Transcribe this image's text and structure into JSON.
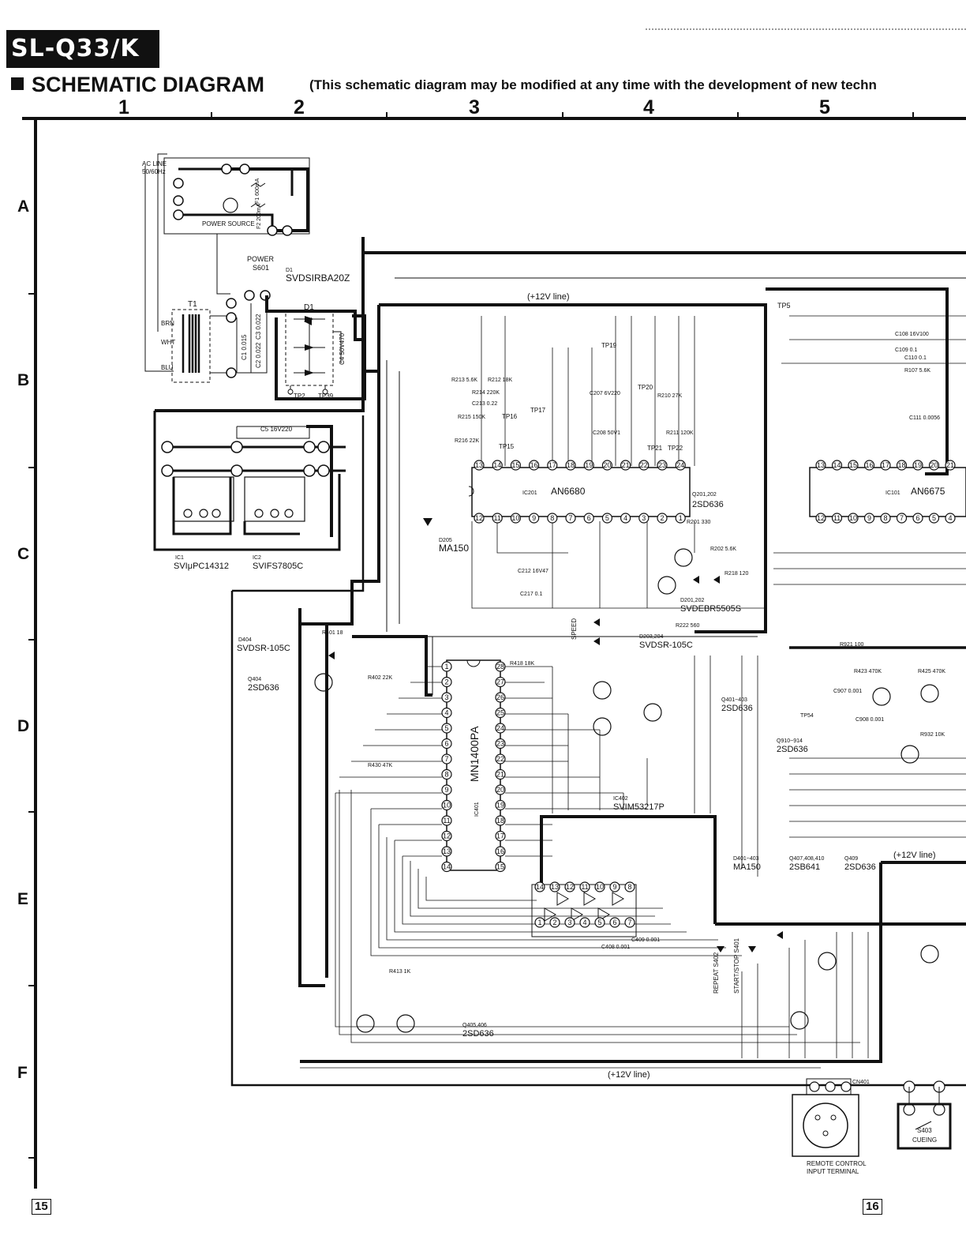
{
  "header": {
    "model": "SL-Q33/K",
    "title": "SCHEMATIC DIAGRAM",
    "subtitle": "(This schematic diagram may be modified at any time with the development of new techn"
  },
  "grid": {
    "columns": [
      "1",
      "2",
      "3",
      "4",
      "5"
    ],
    "rows": [
      "A",
      "B",
      "C",
      "D",
      "E",
      "F"
    ]
  },
  "pages": {
    "left": "15",
    "right": "16"
  },
  "labels": {
    "ac_line": "AC LINE",
    "ac_freq": "50/60Hz",
    "power_source": "POWER SOURCE",
    "f1": "F1 600mA",
    "f2": "F2 200mA",
    "power": "POWER",
    "s601": "S601",
    "d1_ref": "D1",
    "d1_part": "SVDSIRBA20Z",
    "t1": "T1",
    "d1_bridge": "D1",
    "brn": "BRN",
    "wht": "WHT",
    "blu": "BLU",
    "tp2": "TP2",
    "tp39": "TP39",
    "c1": "C1 0.015",
    "c2": "C2 0.022",
    "c3": "C3 0.022",
    "c4": "C4 50V470",
    "c5": "C5 16V220",
    "ic1_ref": "IC1",
    "ic1_part": "SVIμPC14312",
    "ic2_ref": "IC2",
    "ic2_part": "SVIFS7805C",
    "plus12_top": "(+12V line)",
    "plus12_bottom": "(+12V line)",
    "plus12_right": "(+12V line)",
    "tp5": "TP5",
    "tp19": "TP19",
    "tp17": "TP17",
    "tp16": "TP16",
    "tp15": "TP15",
    "tp20": "TP20",
    "tp21": "TP21",
    "tp22": "TP22",
    "ic201_ref": "IC201",
    "ic201_part": "AN6680",
    "ic101_ref": "IC101",
    "ic101_part": "AN6675",
    "q201_ref": "Q201,202",
    "q201_part": "2SD636",
    "d205_ref": "D205",
    "d205_part": "MA150",
    "d201_ref": "D201,202",
    "d201_part": "SVDEBR5505S",
    "d203_ref": "D203,204",
    "d203_part": "SVDSR-105C",
    "speed": "SPEED",
    "r222": "R222 560",
    "r201": "R201 330",
    "r202": "R202 5.6K",
    "r218": "R218 120",
    "d404_ref": "D404",
    "d404_part": "SVDSR-105C",
    "q404_ref": "Q404",
    "q404_part": "2SD636",
    "ic401_ref": "IC401",
    "ic401_part": "MN1400PA",
    "q401_ref": "Q401~403",
    "q401_part": "2SD636",
    "q910_ref": "Q910~914",
    "q910_part": "2SD636",
    "ic402_ref": "IC402",
    "ic402_part": "SVIM53217P",
    "d401_ref": "D401~403",
    "d401_part": "MA150",
    "q407_ref": "Q407,408,410",
    "q407_part": "2SB641",
    "q409_ref": "Q409",
    "q409_part": "2SD636",
    "q405_ref": "Q405,406",
    "q405_part": "2SD636",
    "tp54": "TP54",
    "repeat": "REPEAT S402",
    "startstop": "START/STOP S401",
    "cn401": "CN401",
    "remote1": "REMOTE CONTROL",
    "remote2": "INPUT TERMINAL",
    "s403": "S403",
    "cueing": "CUEING",
    "r413": "R413 1K",
    "r430": "R430 47K",
    "r402": "R402 22K",
    "r401": "R401 18",
    "r418": "R418 18K",
    "r921": "R921 100",
    "r932": "R932 10K",
    "r423": "R423 470K",
    "r425": "R425 470K",
    "c907": "C907 0.001",
    "c908": "C908 0.001",
    "c408": "C408 0.001",
    "c409": "C409 0.001",
    "r213": "R213 5.6K",
    "r212": "R212 18K",
    "r214": "R214 220K",
    "c213": "C213 0.22",
    "r215": "R215 150K",
    "r216": "R216 22K",
    "c207": "C207 6V220",
    "r210": "R210 27K",
    "c208": "C208 50V1",
    "r211": "R211 120K",
    "c212": "C212 16V47",
    "c217": "C217 0.1",
    "c108": "C108 16V100",
    "c109": "C109 0.1",
    "c110": "C110 0.1",
    "r107": "R107 5.6K",
    "c111": "C111 0.0056"
  }
}
